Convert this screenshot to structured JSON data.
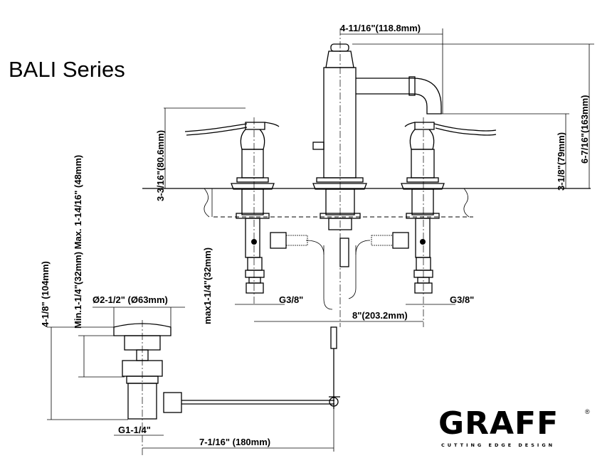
{
  "title": "BALI Series",
  "dimensions": {
    "spout_reach": "4-11/16\"(118.8mm)",
    "overall_height": "6-7/16\"(163mm)",
    "spout_height": "3-1/8\"(79mm)",
    "handle_height": "3-3/16\"(80.6mm)",
    "deck_thickness": "max1-1/4\"(32mm)",
    "drain_range": "Min.1-1/4\"(32mm) Max. 1-14/16\" (48mm)",
    "drain_height": "4-1/8\" (104mm)",
    "drain_diameter": "Ø2-1/2\" (Ø63mm)",
    "inlet_left": "G3/8\"",
    "inlet_right": "G3/8\"",
    "spread": "8\"(203.2mm)",
    "drain_thread": "G1-1/4\"",
    "drain_rod": "7-1/16\" (180mm)"
  },
  "logo": {
    "name": "GRAFF",
    "tagline": "CUTTING EDGE DESIGN"
  }
}
